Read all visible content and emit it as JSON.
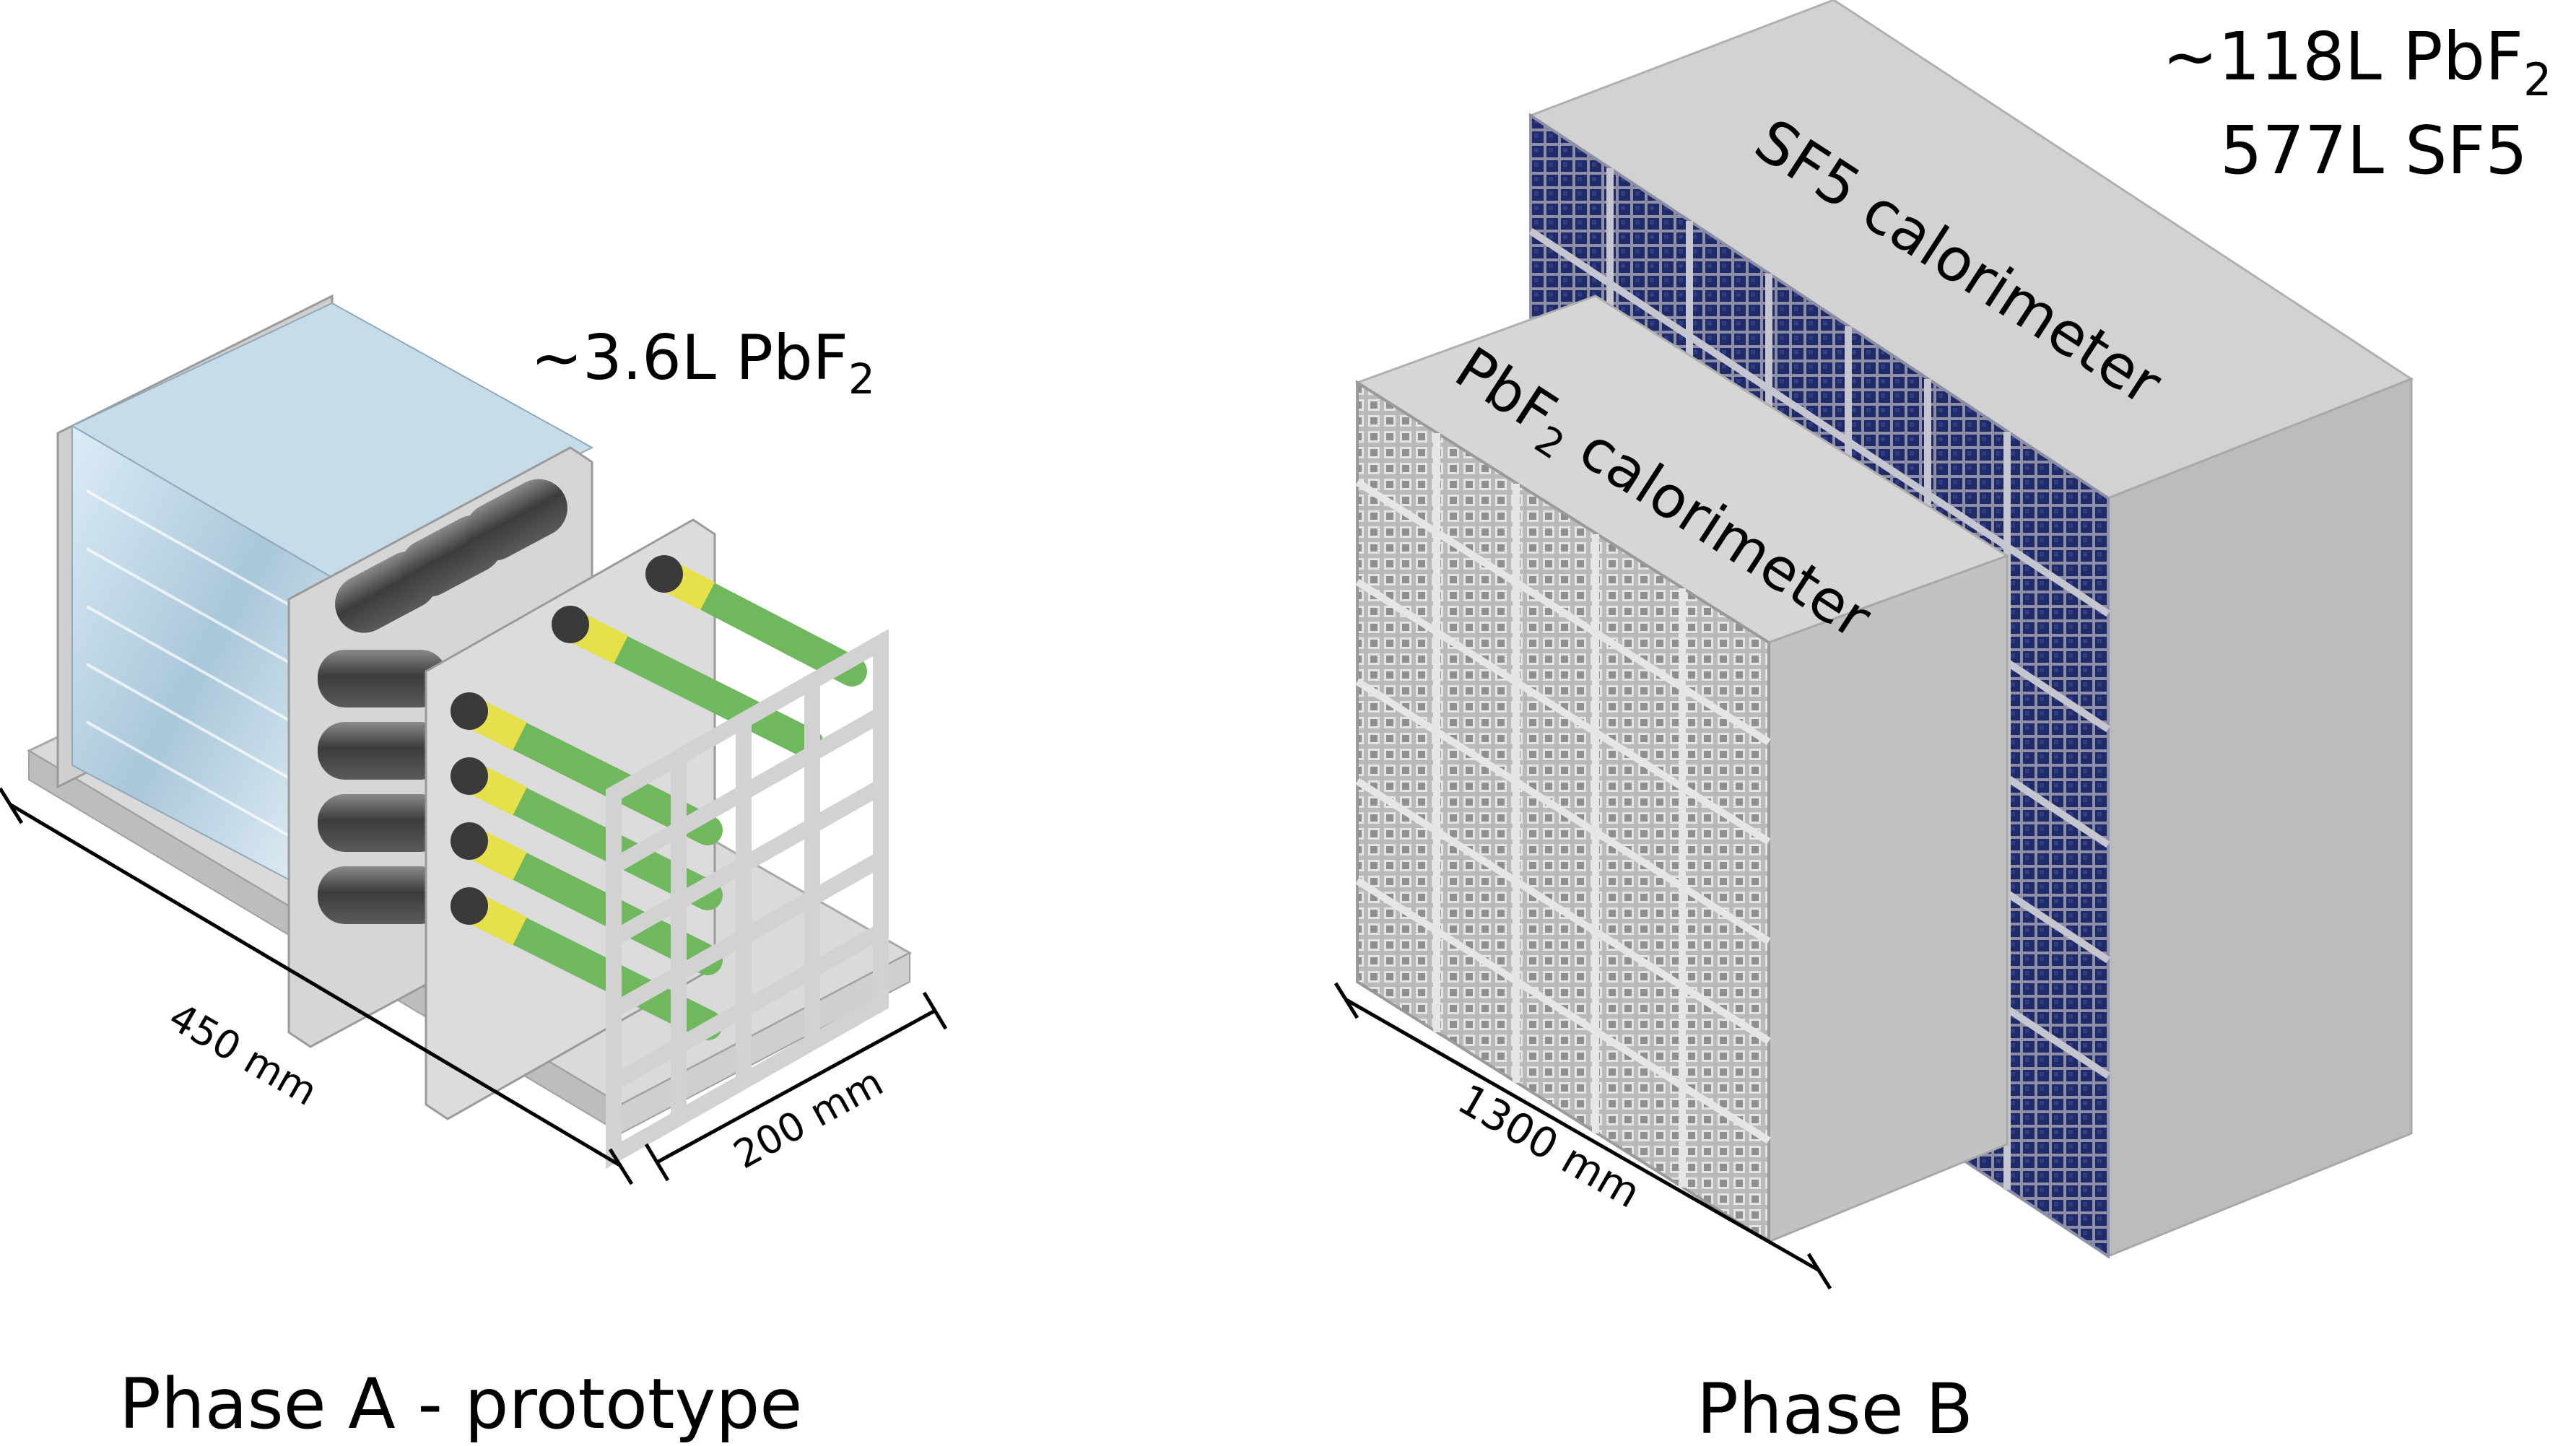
{
  "phase_a": {
    "title": "Phase A - prototype",
    "volume": "~3.6L PbF",
    "volume_sub": "2",
    "dim_length": "450 mm",
    "dim_width": "200 mm"
  },
  "phase_b": {
    "title": "Phase B",
    "volume_line1": "~118L PbF",
    "volume_line1_sub": "2",
    "volume_line2": "577L SF5",
    "dim_width": "1300 mm",
    "pbf2_label_pre": "PbF",
    "pbf2_label_sub": "2",
    "pbf2_label_post": " calorimeter",
    "sf5_label": "SF5 calorimeter"
  },
  "colors": {
    "frame_gray": "#d9d9d9",
    "crystal": "#b8d4e6",
    "pmt_dark": "#4a4a4a",
    "cable_green": "#6fb85e",
    "cable_yellow": "#e6e04a",
    "sf5_blue": "#1e2a63",
    "block_gray": "#c8c8c8"
  }
}
